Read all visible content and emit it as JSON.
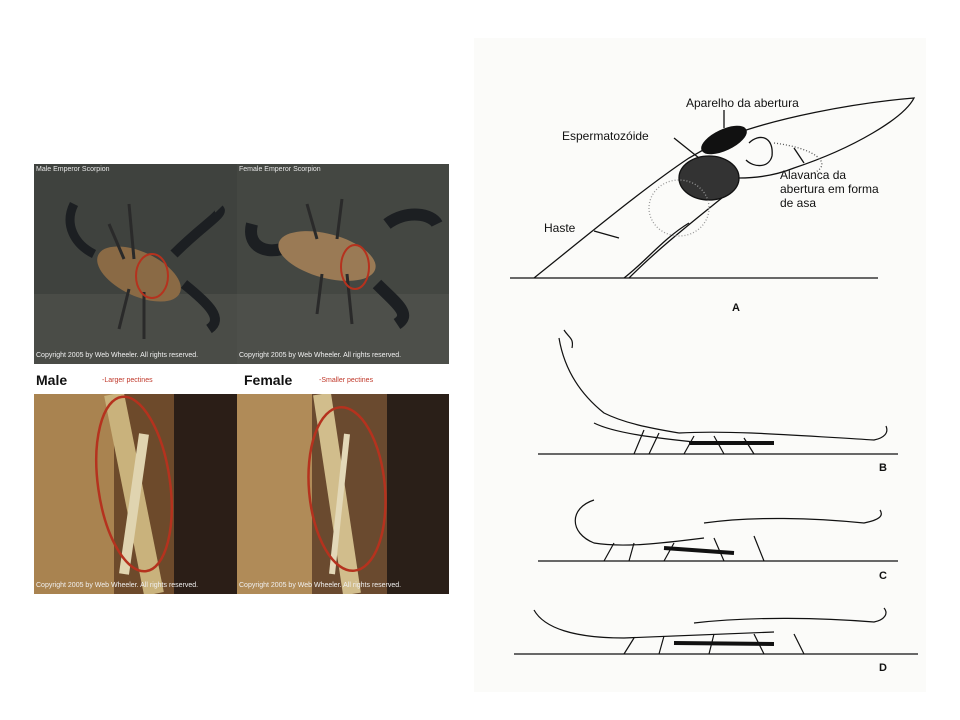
{
  "photos": {
    "top_left_caption": "Male Emperor Scorpion",
    "top_right_caption": "Female Emperor Scorpion",
    "copyright": "Copyright 2005 by Web Wheeler. All rights reserved.",
    "male_label": "Male",
    "male_note": "-Larger pectines",
    "female_label": "Female",
    "female_note": "-Smaller pectines"
  },
  "diagram": {
    "labels": {
      "aparelho": "Aparelho da abertura",
      "esperma": "Espermatozóide",
      "alavanca": [
        "Alavanca da",
        "abertura em forma",
        "de asa"
      ],
      "haste": "Haste"
    },
    "panels": [
      "A",
      "B",
      "C",
      "D"
    ]
  },
  "colors": {
    "circle": "#b5321e",
    "scorpion_body": "#8a6a45",
    "scorpion_dark": "#1c1f22"
  }
}
